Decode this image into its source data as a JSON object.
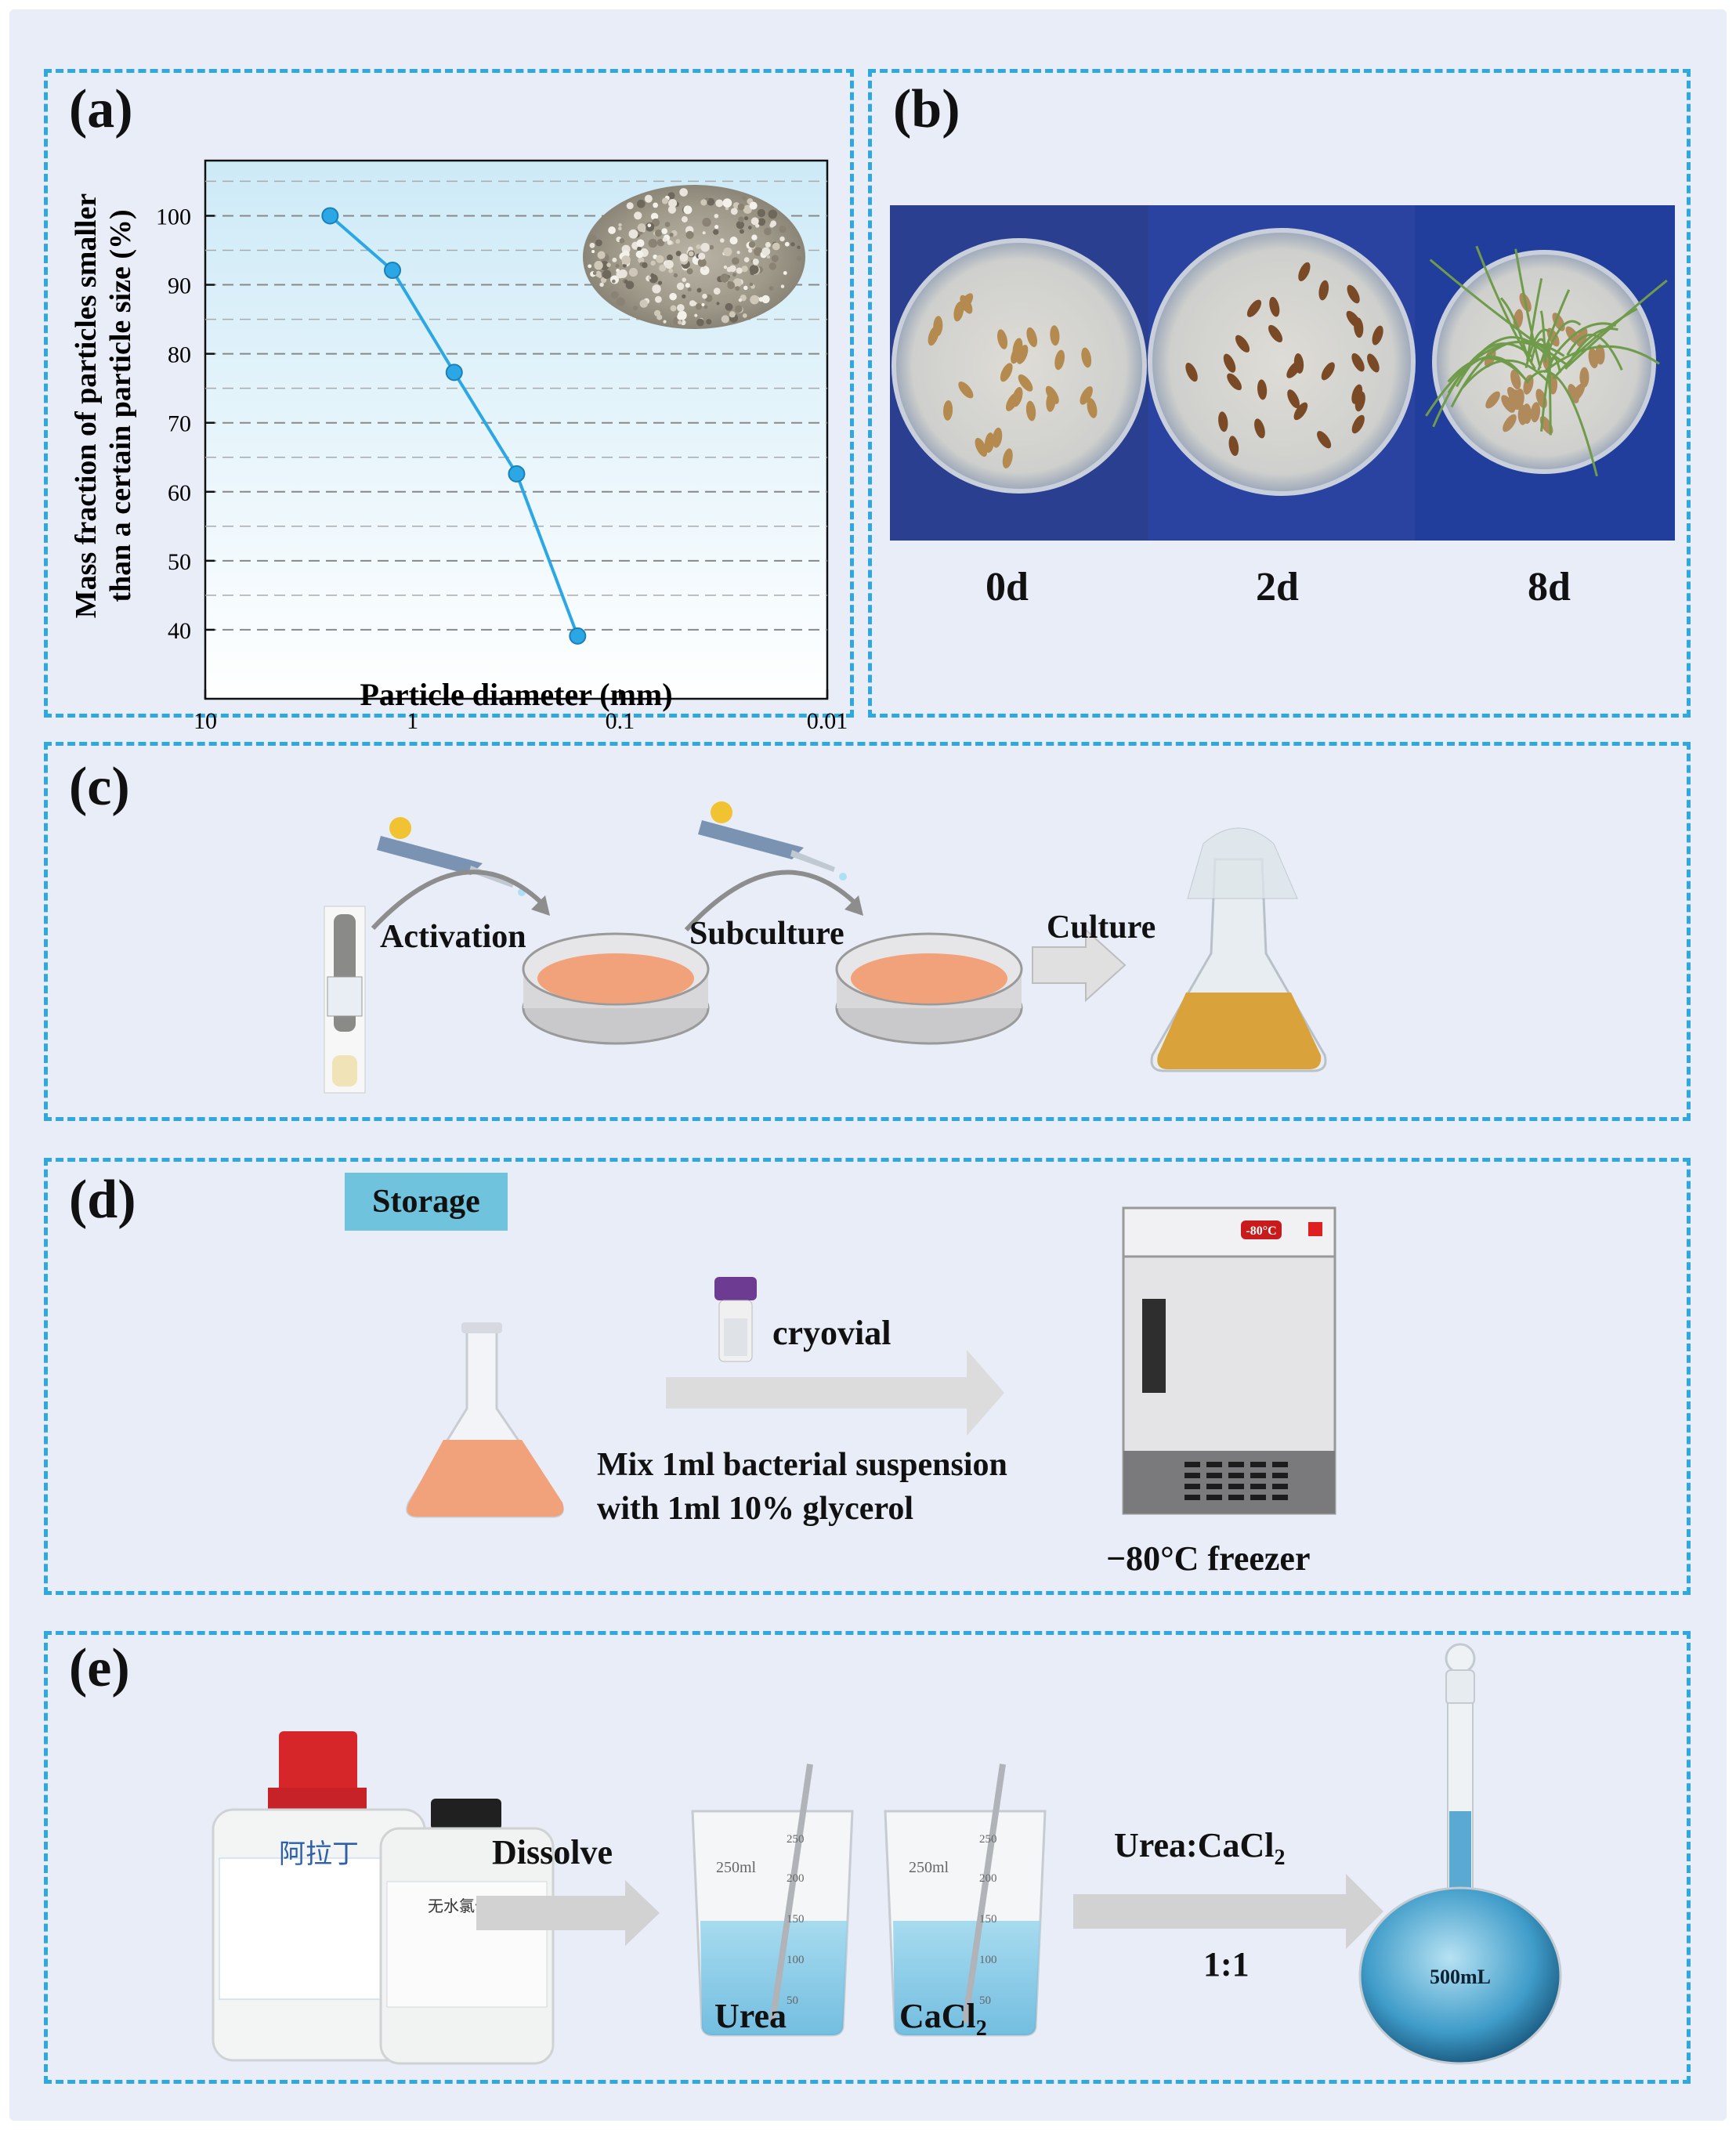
{
  "panels": {
    "a": {
      "label": "(a)",
      "chart_data": {
        "type": "line",
        "xlabel": "Particle diameter (mm)",
        "ylabel_line1": "Mass fraction of particles smaller",
        "ylabel_line2": "than a certain particle size (%)",
        "x_scale": "log",
        "x_reversed": true,
        "xlim": [
          10,
          0.01
        ],
        "ylim": [
          30,
          108
        ],
        "x_ticks": [
          "10",
          "1",
          "0.1",
          "0.01"
        ],
        "y_ticks": [
          "40",
          "50",
          "60",
          "70",
          "80",
          "90",
          "100"
        ],
        "grid": "horizontal dashed",
        "series": [
          {
            "x": [
              2.5,
              1.25,
              0.63,
              0.315,
              0.16
            ],
            "y": [
              100,
              92.1,
              77.3,
              62.6,
              39.1
            ]
          }
        ]
      }
    },
    "b": {
      "label": "(b)",
      "photo_labels": [
        "0d",
        "2d",
        "8d"
      ]
    },
    "c": {
      "label": "(c)",
      "steps": {
        "activation": "Activation",
        "subculture": "Subculture",
        "culture": "Culture"
      }
    },
    "d": {
      "label": "(d)",
      "badge": "Storage",
      "cryovial": "cryovial",
      "mix_line1": "Mix 1ml bacterial suspension",
      "mix_line2": "with 1ml 10% glycerol",
      "freezer_label": "−80°C freezer",
      "freezer_display": "-80°C"
    },
    "e": {
      "label": "(e)",
      "dissolve": "Dissolve",
      "ratio_title": "Urea:CaCl",
      "ratio_sub": "2",
      "ratio": "1:1",
      "beaker1": "Urea",
      "beaker2_main": "CaCl",
      "beaker2_sub": "2",
      "beaker_volume": "250ml",
      "beaker_scale": [
        "250",
        "200",
        "150",
        "100",
        "50"
      ],
      "flask_volume": "500mL",
      "bottle_brand": "阿拉丁",
      "bottle2_label": "无水氯化钙"
    }
  },
  "colors": {
    "panel_border": "#2fa8dd",
    "background": "#e9edf7",
    "line": "#2ca7e6",
    "badge": "#6fc3dd",
    "liquid_orange": "#f2a27a",
    "liquid_blue": "#7cc8e6"
  }
}
